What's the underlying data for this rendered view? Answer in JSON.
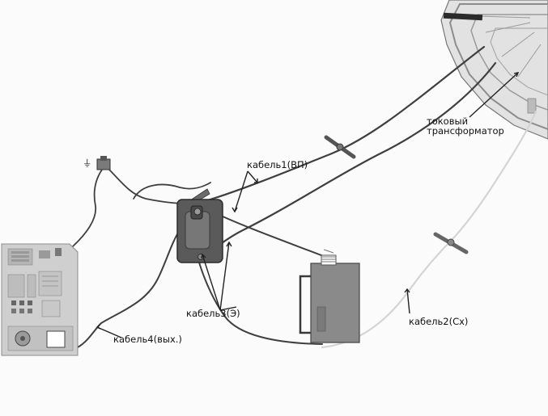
{
  "labels": {
    "cable1": "кабель1(ВП)",
    "cable2": "кабель2(Сх)",
    "cable3": "кабель3(Э)",
    "cable4": "кабель4(вых.)",
    "ct_line1": "токовый",
    "ct_line2": "трансформатор",
    "ground_symbol": "⏚"
  },
  "colors": {
    "cable_dark": "#3f3f3f",
    "cable_light": "#d4d4d4",
    "device_body": "#8a8a8a",
    "panel_body": "#cfcfcf",
    "switch_box": "#5a5a5a",
    "transformer_ring": "#9a9a9a"
  }
}
